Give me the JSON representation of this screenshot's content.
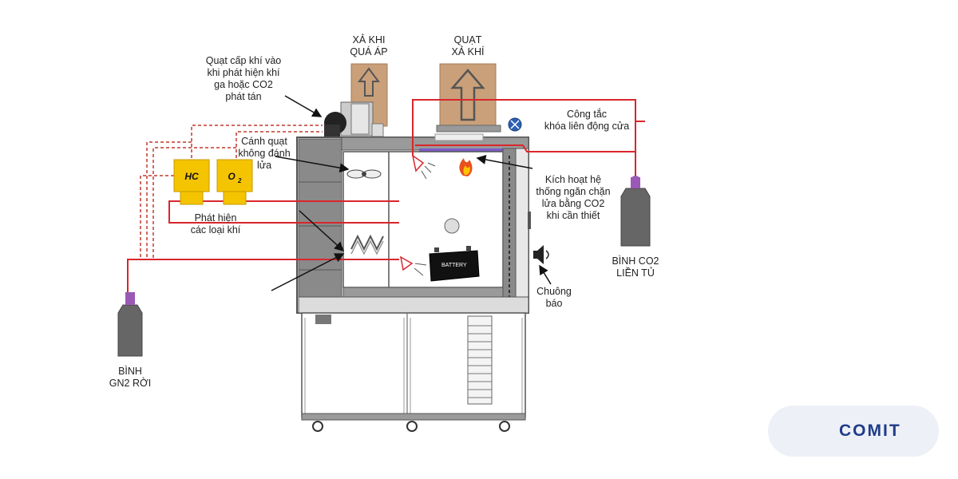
{
  "labels": {
    "overpressure_vent": [
      "XẢ KHI",
      "QUÁ ÁP"
    ],
    "exhaust_fan": [
      "QUẠT",
      "XẢ KHÍ"
    ],
    "supply_fan": [
      "Quạt cấp khí vào",
      "khi phát hiện khí",
      "ga hoặc CO2",
      "phát tán"
    ],
    "nonspark_fan": [
      "Cánh quạt",
      "không đánh",
      "lửa"
    ],
    "gas_detection": [
      "Phát hiện",
      "các loại khí"
    ],
    "door_interlock": [
      "Công tắc",
      "khóa liên động cửa"
    ],
    "co2_suppression": [
      "Kích hoạt hệ",
      "thống ngăn chặn",
      "lửa bằng CO2",
      "khi cần thiết"
    ],
    "alarm_bell": [
      "Chuông",
      "báo"
    ],
    "co2_cylinder": [
      "BÌNH CO2",
      "LIỀN TỦ"
    ],
    "gn2_cylinder": [
      "BÌNH",
      "GN2 RỜI"
    ]
  },
  "detectors": {
    "hc": "HC",
    "o2": "O",
    "o2_sub": "2"
  },
  "battery_text": "BATTERY",
  "brand": {
    "name": "COMIT"
  },
  "colors": {
    "pipe_red": "#d9262c",
    "dashed_red": "#c0392b",
    "cabinet_frame": "#555555",
    "cabinet_panel": "#8a8a8a",
    "duct_brown": "#c9a07a",
    "detector_yellow": "#f5c400",
    "cylinder_gray": "#666666",
    "valve_purple": "#9b59b6",
    "brand_blue": "#1f3c88",
    "logo_bg": "#eef0f7"
  },
  "icons": [
    "arrow-up-icon",
    "fan-icon",
    "flame-icon",
    "speaker-icon",
    "interlock-switch-icon",
    "battery-icon",
    "heater-icon",
    "co2-nozzle-icon"
  ]
}
